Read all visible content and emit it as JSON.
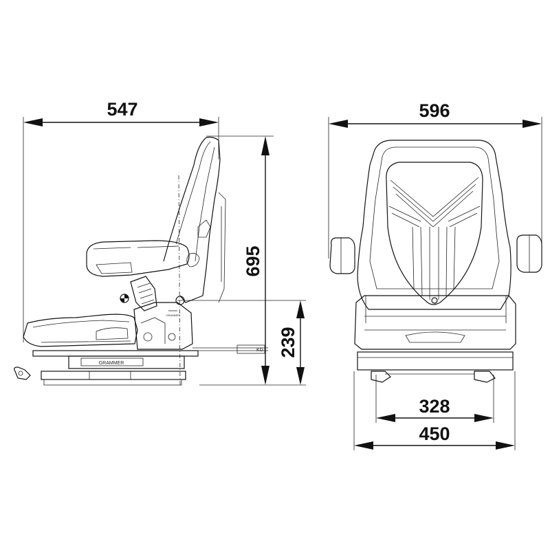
{
  "side_view": {
    "width_label": "547",
    "height_label": "695",
    "seat_height_label": "239",
    "base_plate_text": "GRAMMER",
    "base_lever_text": "KG",
    "logo_text": "GRAMMER"
  },
  "front_view": {
    "width_label": "596",
    "inner_base_label": "328",
    "outer_base_label": "450"
  },
  "colors": {
    "line": "#111111",
    "background": "#ffffff"
  }
}
